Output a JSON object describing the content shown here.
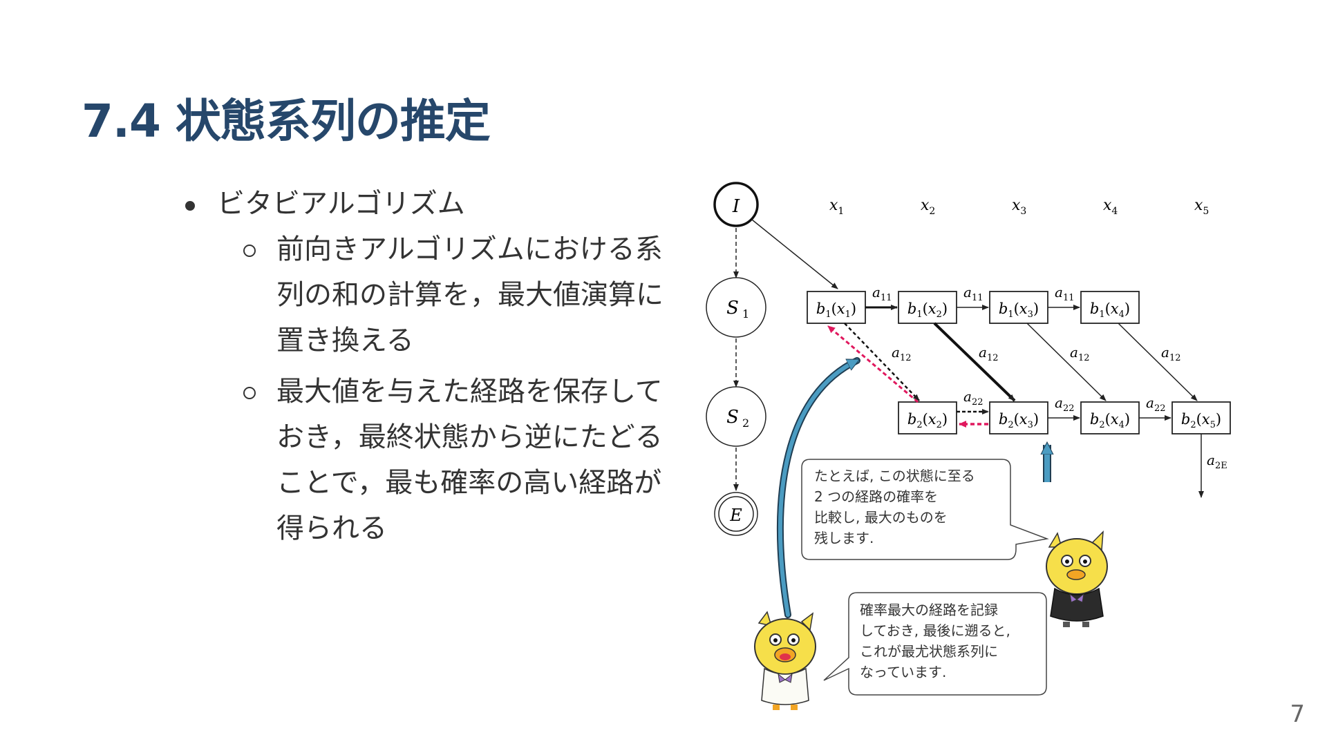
{
  "slide": {
    "title": "7.4 状態系列の推定",
    "bullet": "ビタビアルゴリズム",
    "sub1": "前向きアルゴリズムにおける系列の和の計算を，最大値演算に置き換える",
    "sub2": "最大値を与えた経路を保存しておき，最終状態から逆にたどることで，最も確率の高い経路が得られる",
    "page_number": "7"
  },
  "diagram": {
    "states": {
      "initial": "I",
      "s1": "S",
      "s1_sub": "1",
      "s2": "S",
      "s2_sub": "2",
      "end": "E"
    },
    "observations": [
      {
        "var": "x",
        "sub": "1"
      },
      {
        "var": "x",
        "sub": "2"
      },
      {
        "var": "x",
        "sub": "3"
      },
      {
        "var": "x",
        "sub": "4"
      },
      {
        "var": "x",
        "sub": "5"
      }
    ],
    "top_boxes": [
      {
        "b": "b",
        "bsub": "1",
        "x": "x",
        "xsub": "1"
      },
      {
        "b": "b",
        "bsub": "1",
        "x": "x",
        "xsub": "2"
      },
      {
        "b": "b",
        "bsub": "1",
        "x": "x",
        "xsub": "3"
      },
      {
        "b": "b",
        "bsub": "1",
        "x": "x",
        "xsub": "4"
      }
    ],
    "bottom_boxes": [
      {
        "b": "b",
        "bsub": "2",
        "x": "x",
        "xsub": "2"
      },
      {
        "b": "b",
        "bsub": "2",
        "x": "x",
        "xsub": "3"
      },
      {
        "b": "b",
        "bsub": "2",
        "x": "x",
        "xsub": "4"
      },
      {
        "b": "b",
        "bsub": "2",
        "x": "x",
        "xsub": "5"
      }
    ],
    "label_a11": {
      "a": "a",
      "sub": "11"
    },
    "label_a12": {
      "a": "a",
      "sub": "12"
    },
    "label_a22": {
      "a": "a",
      "sub": "22"
    },
    "label_a2E": {
      "a": "a",
      "sub": "2E"
    },
    "bubble1": [
      "たとえば, この状態に至る",
      "2 つの経路の確率を",
      "比較し, 最大のものを",
      "残します."
    ],
    "bubble2": [
      "確率最大の経路を記録",
      "しておき, 最後に遡ると,",
      "これが最尤状態系列に",
      "なっています."
    ],
    "colors": {
      "title": "#26476b",
      "backtrack": "#e0185e",
      "guide_arrow": "#4b9cc2",
      "mascot": "#f6df4a"
    }
  }
}
